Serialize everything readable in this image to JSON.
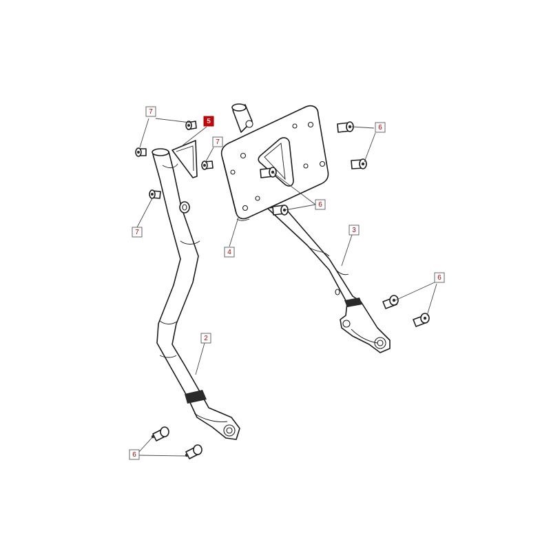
{
  "callouts": {
    "c2": "2",
    "c3": "3",
    "c4": "4",
    "c5": "5",
    "c6a": "6",
    "c6b": "6",
    "c6c": "6",
    "c6d": "6",
    "c7a": "7",
    "c7b": "7",
    "c7c": "7"
  },
  "highlighted_callout": "5",
  "colors": {
    "highlight": "#d40000",
    "callout_text": "#b00000",
    "line": "#1a1a1a"
  }
}
